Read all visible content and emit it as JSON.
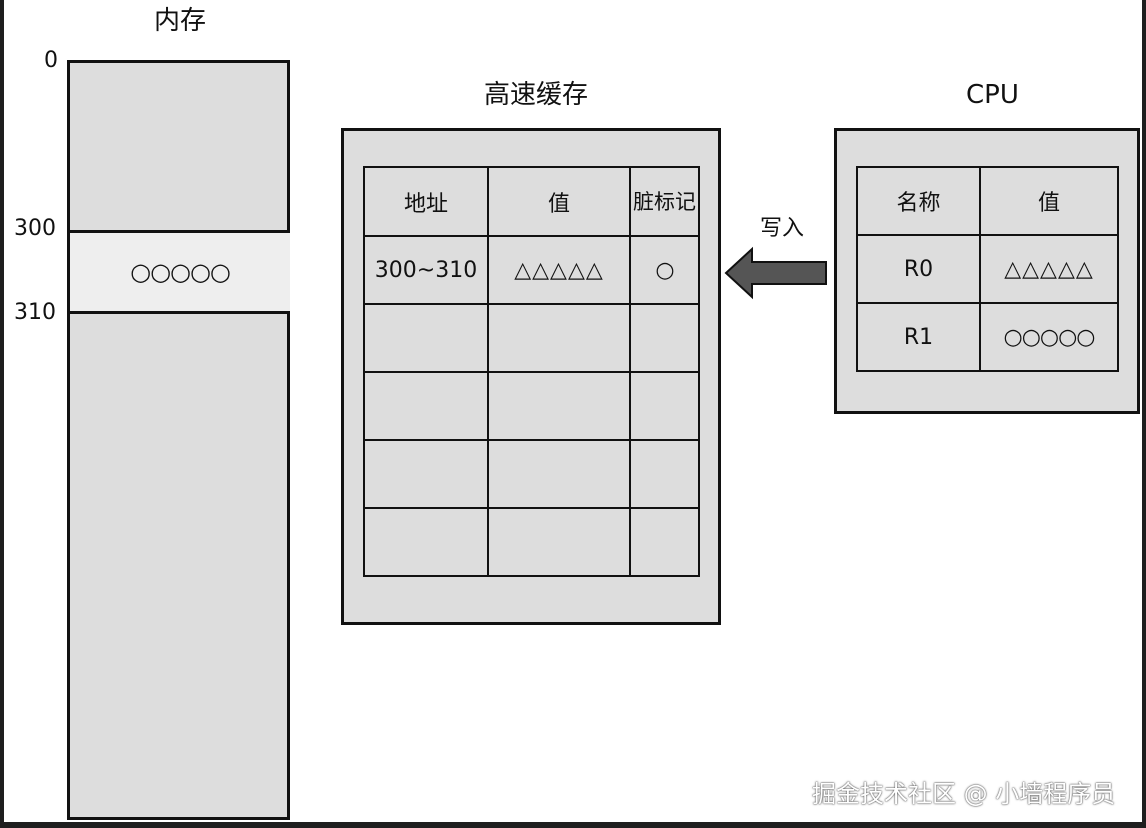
{
  "memory": {
    "title": "内存",
    "addr_0": "0",
    "addr_300": "300",
    "addr_310": "310",
    "band_value": "○○○○○"
  },
  "cache": {
    "title": "高速缓存",
    "headers": [
      "地址",
      "值",
      "脏标记"
    ],
    "rows": [
      [
        "300~310",
        "△△△△△",
        "○"
      ],
      [
        "",
        "",
        ""
      ],
      [
        "",
        "",
        ""
      ],
      [
        "",
        "",
        ""
      ],
      [
        "",
        "",
        ""
      ]
    ]
  },
  "cpu": {
    "title": "CPU",
    "headers": [
      "名称",
      "值"
    ],
    "rows": [
      [
        "R0",
        "△△△△△"
      ],
      [
        "R1",
        "○○○○○"
      ]
    ]
  },
  "arrow": {
    "label": "写入",
    "color": "#555555"
  },
  "watermark": "掘金技术社区 @ 小墙程序员"
}
